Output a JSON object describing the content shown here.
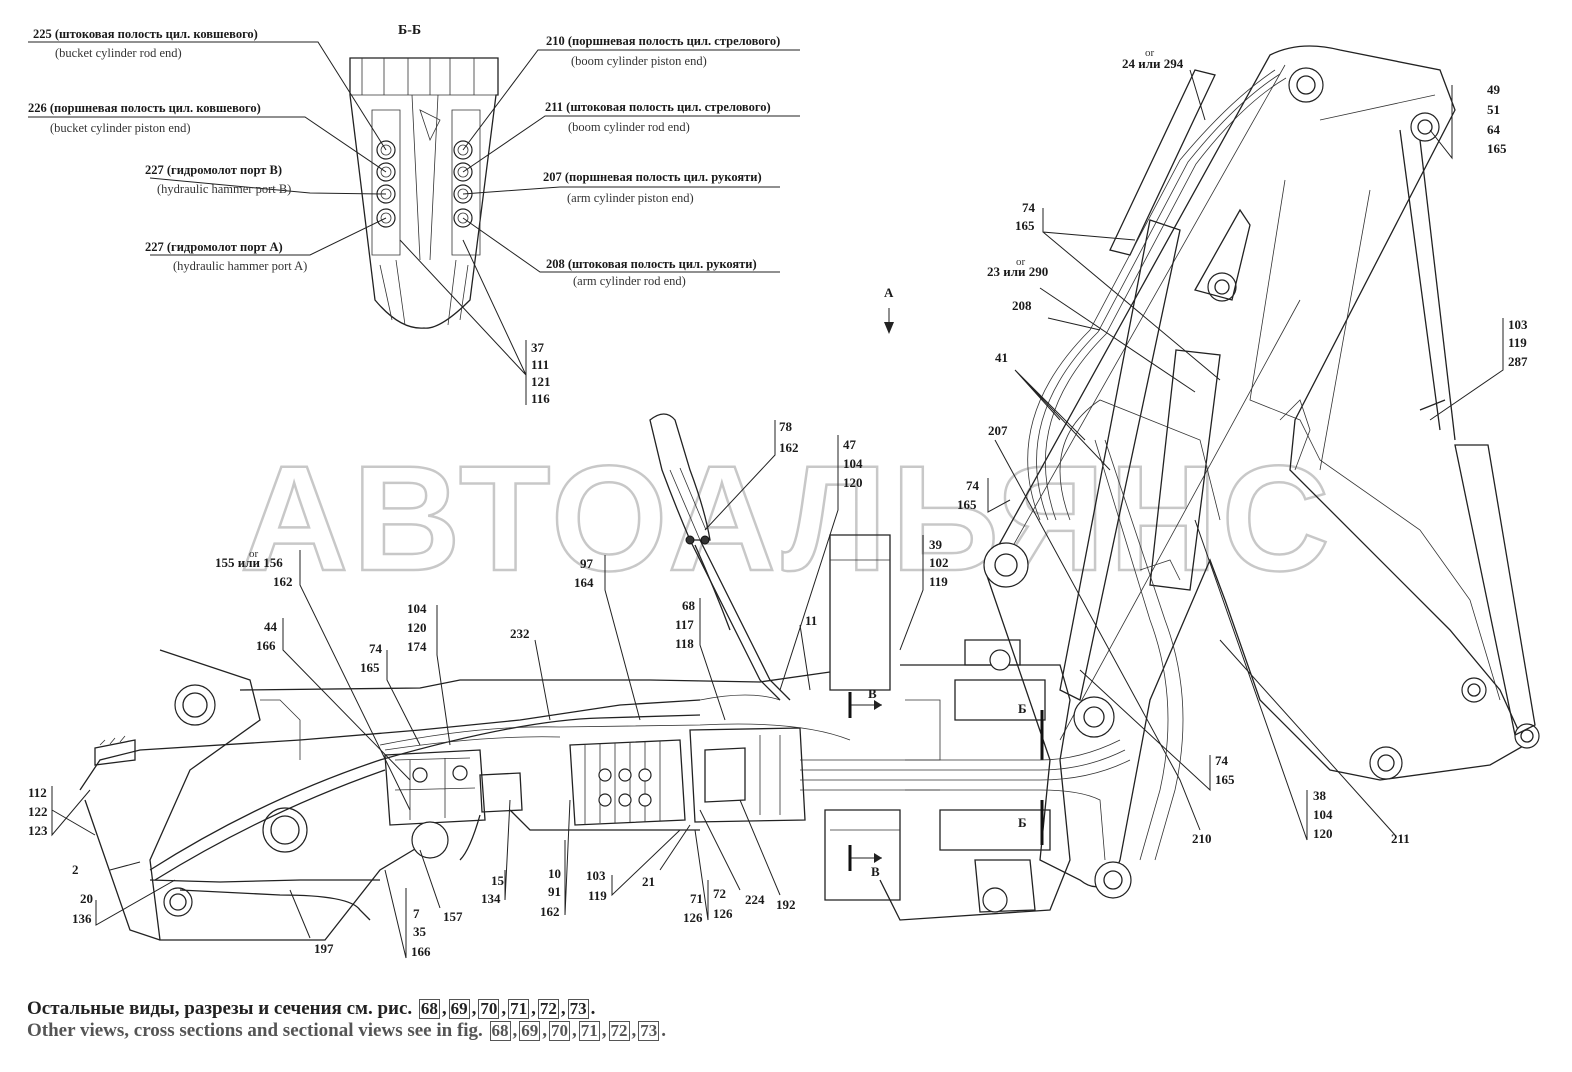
{
  "section_title": "Б-Б",
  "view_label": "A",
  "watermark": "АВТОАЛЬЯНС",
  "ports": [
    {
      "id": "225",
      "ru": "225 (штоковая полость цил. ковшевого)",
      "en": "(bucket cylinder rod end)"
    },
    {
      "id": "226",
      "ru": "226 (поршневая полость цил. ковшевого)",
      "en": "(bucket cylinder piston end)"
    },
    {
      "id": "227b",
      "ru": "227 (гидромолот порт В)",
      "en": "(hydraulic hammer port B)"
    },
    {
      "id": "227a",
      "ru": "227 (гидромолот порт А)",
      "en": "(hydraulic hammer port A)"
    },
    {
      "id": "210",
      "ru": "210 (поршневая полость цил. стрелового)",
      "en": "(boom cylinder piston end)"
    },
    {
      "id": "211",
      "ru": "211 (штоковая полость цил. стрелового)",
      "en": "(boom cylinder rod end)"
    },
    {
      "id": "207",
      "ru": "207 (поршневая полость цил. рукояти)",
      "en": "(arm cylinder piston end)"
    },
    {
      "id": "208",
      "ru": "208 (штоковая полость цил. рукояти)",
      "en": "(arm cylinder rod end)"
    }
  ],
  "callouts": {
    "c37": [
      "37",
      "111",
      "121",
      "116"
    ],
    "c24": [
      "or",
      "24 или 294"
    ],
    "c49": [
      "49",
      "51",
      "64",
      "165"
    ],
    "c74a": [
      "74",
      "165"
    ],
    "c23": [
      "or",
      "23 или 290"
    ],
    "c208": "208",
    "c41": "41",
    "c103": [
      "103",
      "119",
      "287"
    ],
    "c207": "207",
    "c74b": [
      "74",
      "165"
    ],
    "c78": [
      "78",
      "162"
    ],
    "c47": [
      "47",
      "104",
      "120"
    ],
    "c39": [
      "39",
      "102",
      "119"
    ],
    "c155": [
      "or",
      "155 или 156",
      "162"
    ],
    "c97": [
      "97",
      "164"
    ],
    "c104a": [
      "104",
      "120",
      "174"
    ],
    "c44": [
      "44",
      "166"
    ],
    "c74c": [
      "74",
      "165"
    ],
    "c232": "232",
    "c68": [
      "68",
      "117",
      "118"
    ],
    "c11": "11",
    "c112": [
      "112",
      "122",
      "123"
    ],
    "c2": "2",
    "c20": [
      "20",
      "136"
    ],
    "c197": "197",
    "c7": [
      "7",
      "35",
      "166"
    ],
    "c157": "157",
    "c15": [
      "15",
      "134"
    ],
    "c10": [
      "10",
      "91",
      "162"
    ],
    "c103b": [
      "103",
      "119"
    ],
    "c21": "21",
    "c71": [
      "71",
      "126"
    ],
    "c72": [
      "72",
      "126"
    ],
    "c224": "224",
    "c192": "192",
    "c210": "210",
    "c74d": [
      "74",
      "165"
    ],
    "c38": [
      "38",
      "104",
      "120"
    ],
    "c211": "211",
    "secB": "B",
    "secBB": "Б"
  },
  "footer": {
    "ru": "Остальные виды, разрезы и сечения см. рис.",
    "en": "Other views, cross sections and sectional views see in fig.",
    "figs": [
      "68",
      "69",
      "70",
      "71",
      "72",
      "73"
    ]
  }
}
